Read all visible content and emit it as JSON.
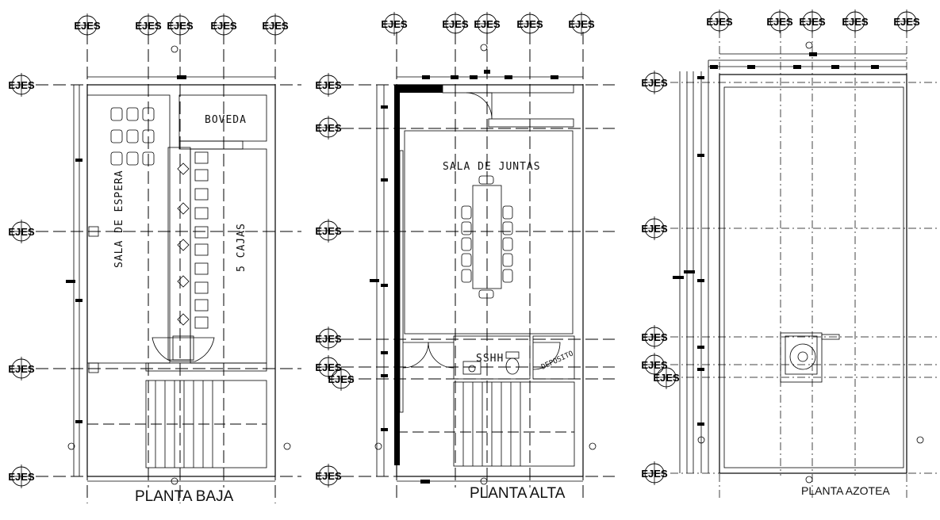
{
  "axis_label": "EJES",
  "plans": {
    "baja": {
      "title": "PLANTA BAJA",
      "rooms": {
        "boveda": "BOVEDA",
        "sala_espera": "SALA DE ESPERA",
        "cajas": "5 CAJAS"
      }
    },
    "alta": {
      "title": "PLANTA ALTA",
      "rooms": {
        "sala_juntas": "SALA DE JUNTAS",
        "sshh": "SSHH",
        "deposito": "DEPOSITO"
      }
    },
    "azotea": {
      "title": "PLANTA AZOTEA"
    }
  },
  "colors": {
    "ink": "#000000",
    "background": "#ffffff"
  }
}
